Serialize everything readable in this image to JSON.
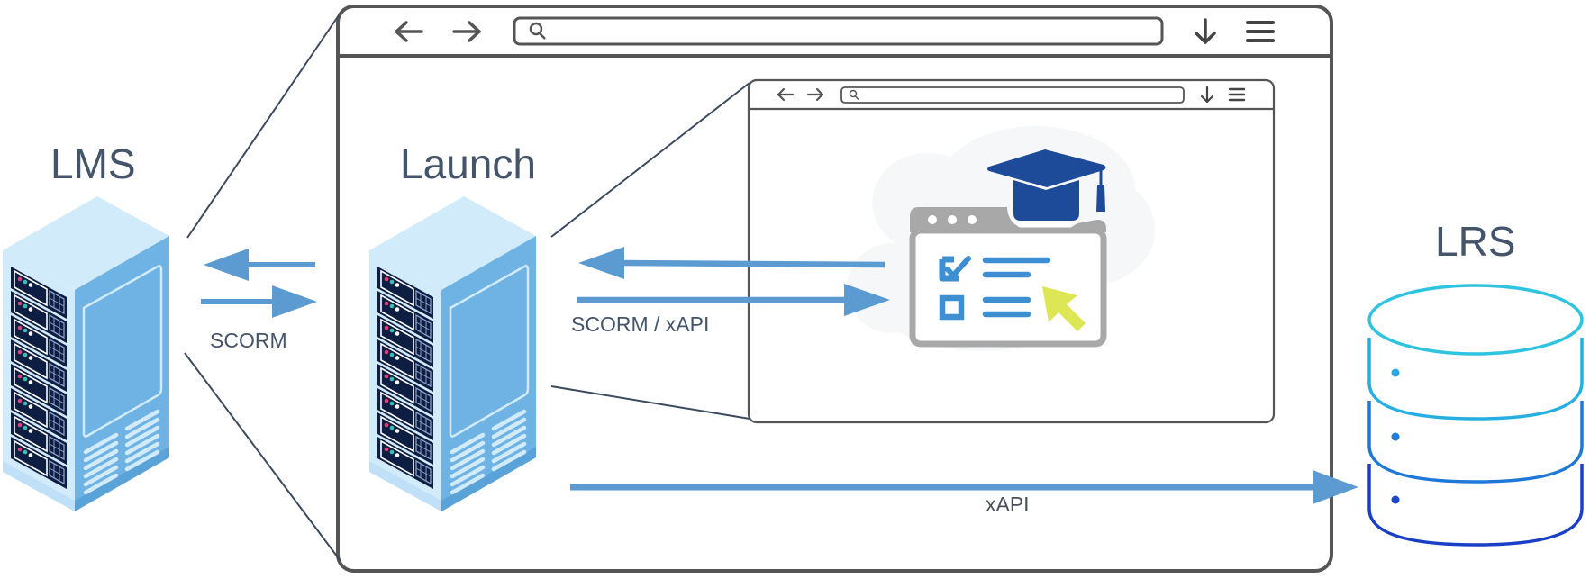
{
  "diagram": {
    "title": "SCORM / xAPI content launch architecture",
    "nodes": {
      "lms": {
        "label": "LMS",
        "icon": "server-rack-icon"
      },
      "launch": {
        "label": "Launch",
        "icon": "server-rack-icon"
      },
      "course": {
        "label": "",
        "icon": "online-course-icon"
      },
      "lrs": {
        "label": "LRS",
        "icon": "database-icon"
      }
    },
    "edges": [
      {
        "from": "lms",
        "to": "launch",
        "label": "SCORM",
        "bidirectional": true
      },
      {
        "from": "launch",
        "to": "course",
        "label": "SCORM / xAPI",
        "bidirectional": true
      },
      {
        "from": "launch",
        "to": "lrs",
        "label": "xAPI",
        "bidirectional": false
      }
    ],
    "containers": [
      {
        "name": "outer-browser-window",
        "contains": [
          "launch",
          "course"
        ],
        "icons": [
          "back-arrow-icon",
          "forward-arrow-icon",
          "search-icon",
          "download-icon",
          "menu-icon"
        ]
      },
      {
        "name": "inner-browser-window",
        "contains": [
          "course"
        ],
        "icons": [
          "back-arrow-icon",
          "forward-arrow-icon",
          "search-icon",
          "download-icon",
          "menu-icon"
        ]
      }
    ]
  },
  "colors": {
    "arrow": "#5b9bd2",
    "label_text": "#44546a",
    "server_front": "#6fb3e4",
    "server_side": "#d2ebfb",
    "server_rack": "#0e1d42",
    "browser_frame": "#555555",
    "zoom_line": "#3c4a5e",
    "course_frame": "#a8a8a8",
    "course_item": "#3d8fd1",
    "cap": "#1d4b9a",
    "cursor": "#dde655",
    "db_top": "#2ec4e0",
    "db_mid": "#1d8ddd",
    "db_bottom": "#1a3fc7"
  }
}
